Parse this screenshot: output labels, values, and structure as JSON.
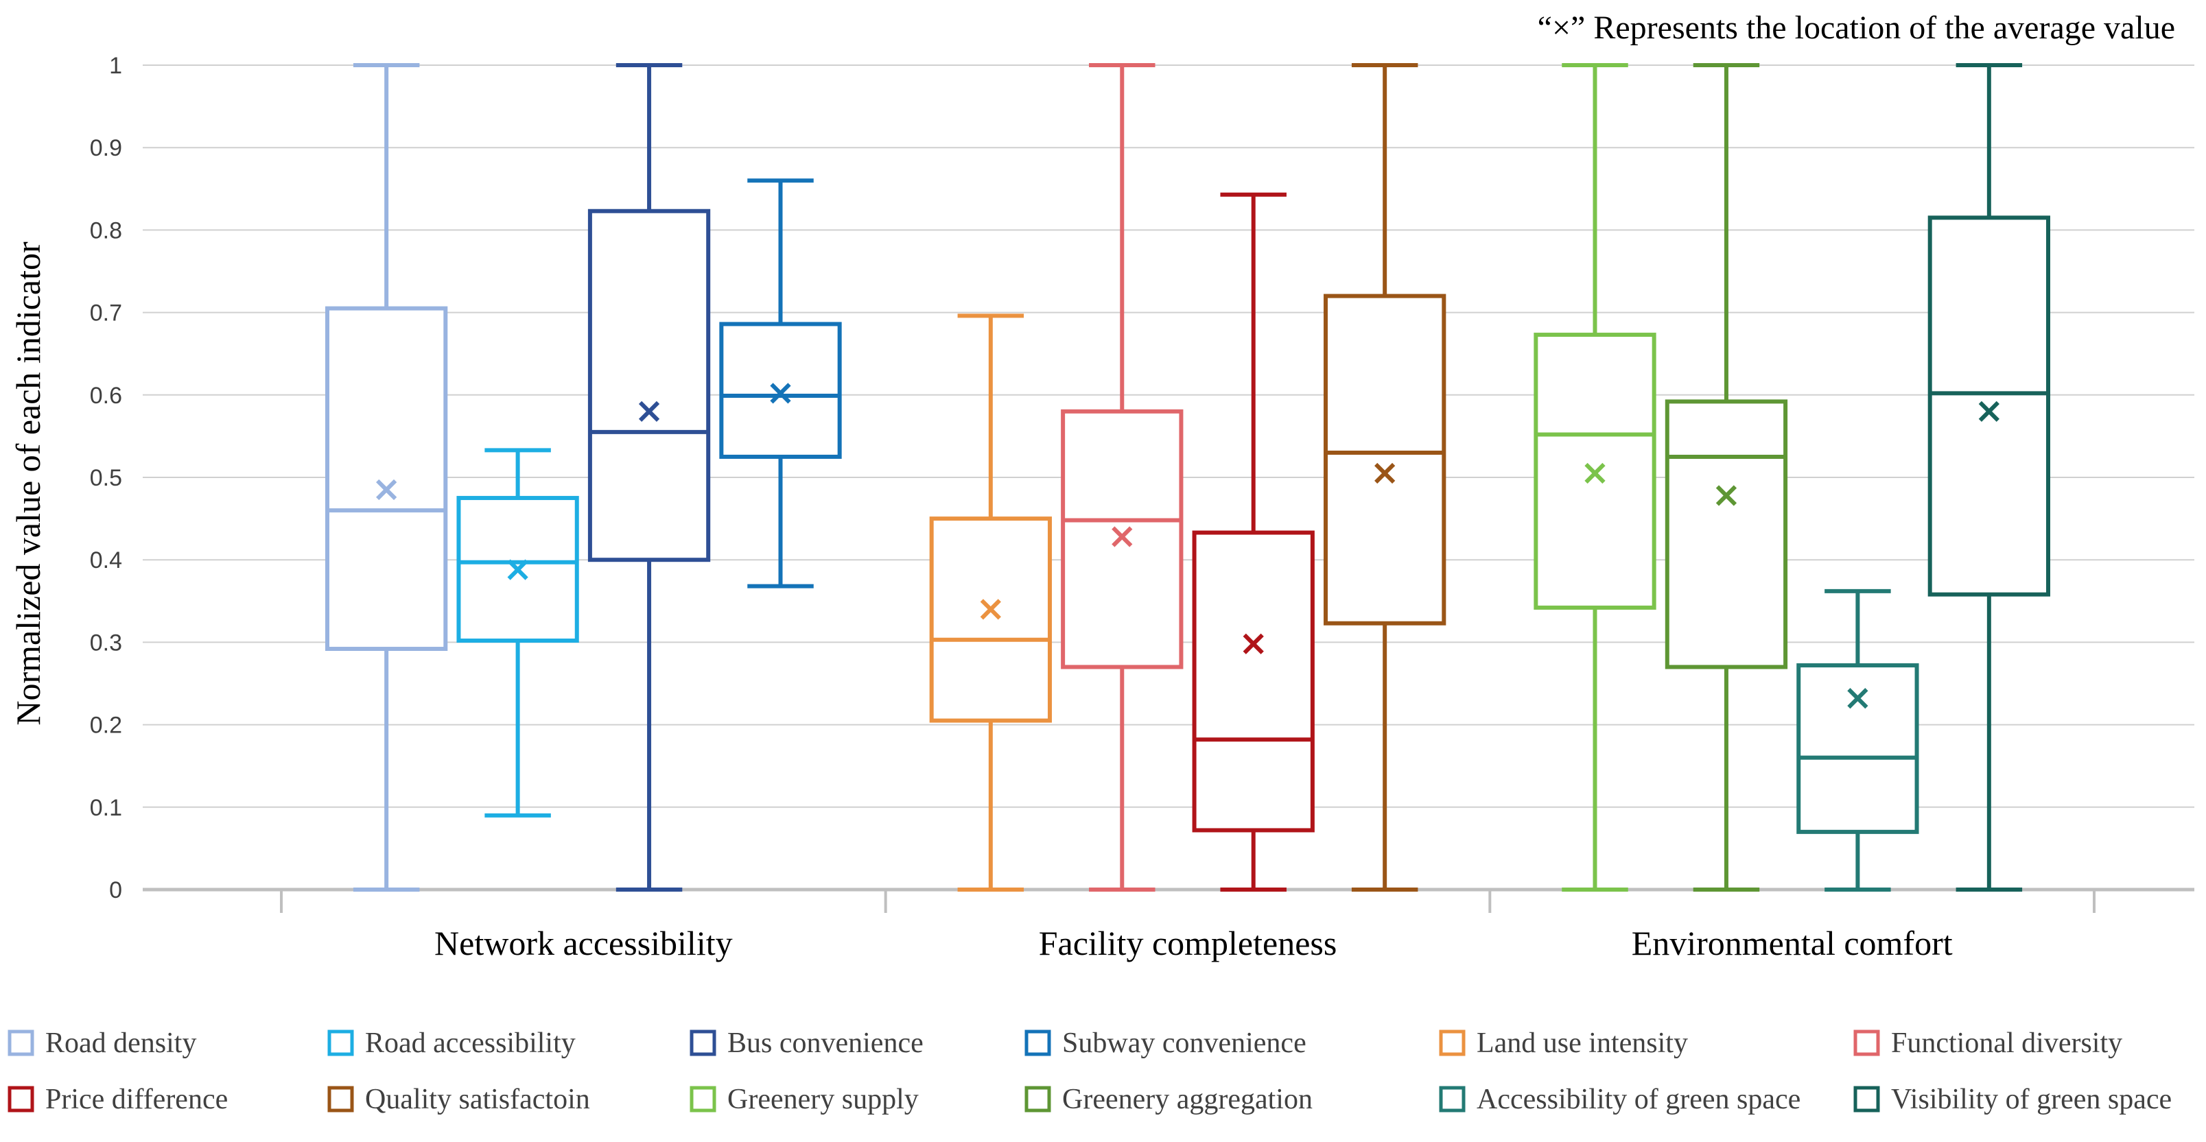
{
  "chart_data": {
    "type": "box",
    "note": "“×” Represents the location of the average value",
    "ylabel": "Normalized value of each indicator",
    "ylim": [
      0,
      1
    ],
    "yticks": [
      "0",
      "0.1",
      "0.2",
      "0.3",
      "0.4",
      "0.5",
      "0.6",
      "0.7",
      "0.8",
      "0.9",
      "1"
    ],
    "grid": true,
    "legend_position": "bottom",
    "groups": [
      {
        "label": "Network accessibility",
        "series": [
          0,
          1,
          2,
          3
        ]
      },
      {
        "label": "Facility completeness",
        "series": [
          4,
          5,
          6,
          7
        ]
      },
      {
        "label": "Environmental comfort",
        "series": [
          8,
          9,
          10,
          11
        ]
      }
    ],
    "series": [
      {
        "name": "Road density",
        "color": "#98B3E0",
        "min": 0,
        "q1": 0.292,
        "median": 0.46,
        "q3": 0.705,
        "max": 1,
        "mean": 0.485
      },
      {
        "name": "Road accessibility",
        "color": "#1DAEE3",
        "min": 0.09,
        "q1": 0.302,
        "median": 0.397,
        "q3": 0.475,
        "max": 0.533,
        "mean": 0.388
      },
      {
        "name": "Bus convenience",
        "color": "#2E4F95",
        "min": 0,
        "q1": 0.4,
        "median": 0.555,
        "q3": 0.823,
        "max": 1,
        "mean": 0.58
      },
      {
        "name": "Subway convenience",
        "color": "#1473B8",
        "min": 0.368,
        "q1": 0.525,
        "median": 0.599,
        "q3": 0.686,
        "max": 0.86,
        "mean": 0.602
      },
      {
        "name": "Land use intensity",
        "color": "#EB9240",
        "min": 0,
        "q1": 0.205,
        "median": 0.303,
        "q3": 0.45,
        "max": 0.696,
        "mean": 0.34
      },
      {
        "name": "Functional diversity",
        "color": "#E0666A",
        "min": 0,
        "q1": 0.27,
        "median": 0.448,
        "q3": 0.58,
        "max": 1,
        "mean": 0.428
      },
      {
        "name": "Price difference",
        "color": "#B01419",
        "min": 0,
        "q1": 0.072,
        "median": 0.182,
        "q3": 0.433,
        "max": 0.843,
        "mean": 0.298
      },
      {
        "name": "Quality satisfactoin",
        "color": "#9A5517",
        "min": 0,
        "q1": 0.323,
        "median": 0.53,
        "q3": 0.72,
        "max": 1,
        "mean": 0.505
      },
      {
        "name": "Greenery supply",
        "color": "#7BC34B",
        "min": 0,
        "q1": 0.342,
        "median": 0.552,
        "q3": 0.673,
        "max": 1,
        "mean": 0.505
      },
      {
        "name": "Greenery aggregation",
        "color": "#5E9634",
        "min": 0,
        "q1": 0.27,
        "median": 0.525,
        "q3": 0.592,
        "max": 1,
        "mean": 0.478
      },
      {
        "name": "Accessibility of green space",
        "color": "#237A74",
        "min": 0,
        "q1": 0.07,
        "median": 0.16,
        "q3": 0.272,
        "max": 0.362,
        "mean": 0.232
      },
      {
        "name": "Visibility of green space",
        "color": "#17625A",
        "min": 0,
        "q1": 0.358,
        "median": 0.602,
        "q3": 0.815,
        "max": 1,
        "mean": 0.58
      }
    ]
  }
}
